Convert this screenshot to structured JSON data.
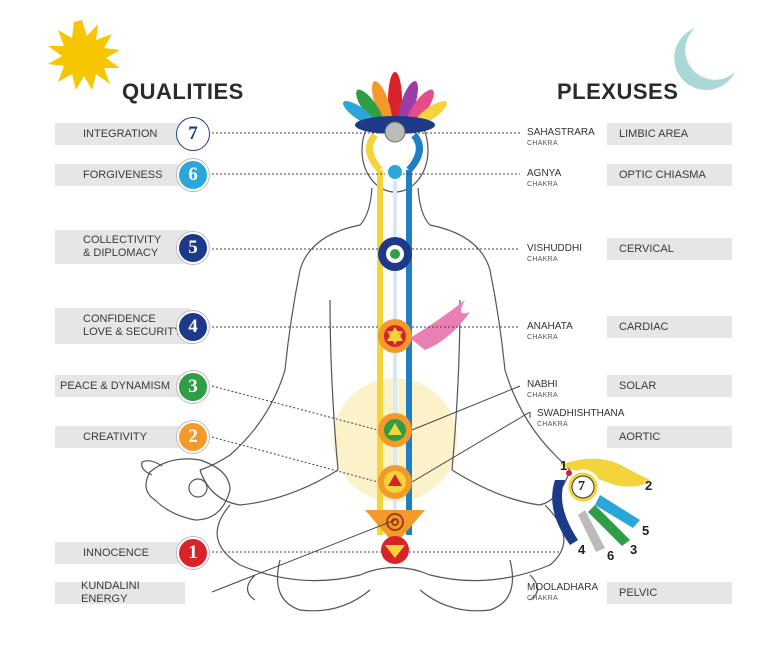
{
  "headings": {
    "left": "QUALITIES",
    "right": "PLEXUSES"
  },
  "qualities": [
    {
      "num": "7",
      "label": "INTEGRATION",
      "color": "#ffffff",
      "text_color": "#1d3a8a"
    },
    {
      "num": "6",
      "label": "FORGIVENESS",
      "color": "#2aa7d8",
      "text_color": "#ffffff"
    },
    {
      "num": "5",
      "label": "COLLECTIVITY\n& DIPLOMACY",
      "color": "#1d3a8a",
      "text_color": "#ffffff"
    },
    {
      "num": "4",
      "label": "CONFIDENCE\nLOVE & SECURITY",
      "color": "#1d3a8a",
      "text_color": "#ffffff"
    },
    {
      "num": "3",
      "label": "PEACE & DYNAMISM",
      "color": "#2f9e44",
      "text_color": "#ffffff"
    },
    {
      "num": "2",
      "label": "CREATIVITY",
      "color": "#f39a2a",
      "text_color": "#ffffff"
    },
    {
      "num": "1",
      "label": "INNOCENCE",
      "color": "#d8232a",
      "text_color": "#ffffff"
    }
  ],
  "kundalini": "KUNDALINI ENERGY",
  "chakras": [
    {
      "name": "SAHASTRARA",
      "sub": "CHAKRA"
    },
    {
      "name": "AGNYA",
      "sub": "CHAKRA"
    },
    {
      "name": "VISHUDDHI",
      "sub": "CHAKRA"
    },
    {
      "name": "ANAHATA",
      "sub": "CHAKRA"
    },
    {
      "name": "NABHI",
      "sub": "CHAKRA"
    },
    {
      "name": "SWADHISHTHANA",
      "sub": "CHAKRA"
    },
    {
      "name": "MOOLADHARA",
      "sub": "CHAKRA"
    }
  ],
  "plexuses": [
    "LIMBIC AREA",
    "OPTIC CHIASMA",
    "CERVICAL",
    "CARDIAC",
    "SOLAR",
    "AORTIC",
    "PELVIC"
  ],
  "hand": {
    "center": "7",
    "fingers": [
      "1",
      "2",
      "5",
      "3",
      "6",
      "4"
    ]
  },
  "icons": {
    "sun": "sun-icon",
    "moon": "moon-icon"
  },
  "colors": {
    "sun": "#f7c600",
    "moon": "#a9d8d6",
    "label_bg": "#e6e6e6",
    "channel_left": "#f3d43a",
    "channel_right": "#1f7fc4"
  }
}
